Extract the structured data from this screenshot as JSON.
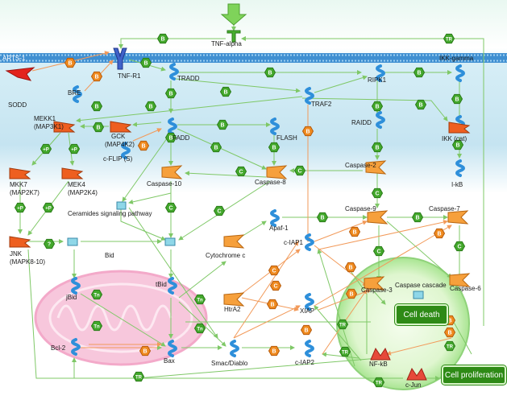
{
  "membrane_label": "ARTS-1",
  "nodes": {
    "tnf_alpha": "TNF-alpha",
    "tnf_r1": "TNF-R1",
    "sodd": "SODD",
    "bre": "BRE",
    "tradd": "TRADD",
    "ripk1": "RIPK1",
    "ikk_gamma": "IKK-gamma",
    "traf2": "TRAF2",
    "raidd": "RAIDD",
    "ikk_cat": "IKK (cat)",
    "mekk1": "MEKK1",
    "mekk1_alias": "(MAP3K1)",
    "gck": "GCK",
    "gck_alias": "(MAP4K2)",
    "fadd": "FADD",
    "flash": "FLASH",
    "mkk7": "MKK7",
    "mkk7_alias": "(MAP2K7)",
    "mek4": "MEK4",
    "mek4_alias": "(MAP2K4)",
    "cflip": "c-FLIP (S)",
    "caspase10": "Caspase-10",
    "caspase8": "Caspase-8",
    "caspase2": "Caspase-2",
    "ikb": "I-kB",
    "ceramides": "Ceramides signaling pathway",
    "caspase9": "Caspase-9",
    "caspase7": "Caspase-7",
    "apaf1": "Apaf-1",
    "jnk": "JNK",
    "jnk_alias": "(MAPK8-10)",
    "bid": "Bid",
    "ciap1": "c-IAP1",
    "cytochrome_c": "Cytochrome c",
    "jbid": "jBid",
    "tbid": "tBid",
    "caspase3": "Caspase-3",
    "caspase_cascade": "Caspase cascade",
    "caspase6": "Caspase-6",
    "htra2": "HtrA2",
    "xiap": "XIAP",
    "bcl2": "Bcl-2",
    "bax": "Bax",
    "smac": "Smac/Diablo",
    "ciap2": "c-IAP2",
    "nfkb": "NF-kB",
    "cjun": "c-Jun"
  },
  "outcomes": {
    "cell_death": "Cell death",
    "cell_proliferation": "Cell proliferation"
  },
  "badges": {
    "binding": "B",
    "phospho": "+P",
    "cleavage": "C",
    "transcription": "TR",
    "translocation": "Tn",
    "unknown": "?"
  },
  "colors": {
    "activation_edge": "#8fd27a",
    "inhibition_edge": "#f4a46a",
    "badge_green": "#43a82c",
    "badge_orange": "#ef8a1f",
    "outcome_box": "#2e8a16",
    "protein_blue": "#3c9be0",
    "kinase_orange": "#ee5f20",
    "protease_orange": "#f6a03c",
    "mitochondrion": "#f7c7dc"
  },
  "icons": [
    "ligand-arrow-icon",
    "receptor-icon",
    "protein-squiggle-icon",
    "kinase-icon",
    "protease-icon",
    "transcription-factor-icon",
    "small-molecule-box-icon"
  ]
}
